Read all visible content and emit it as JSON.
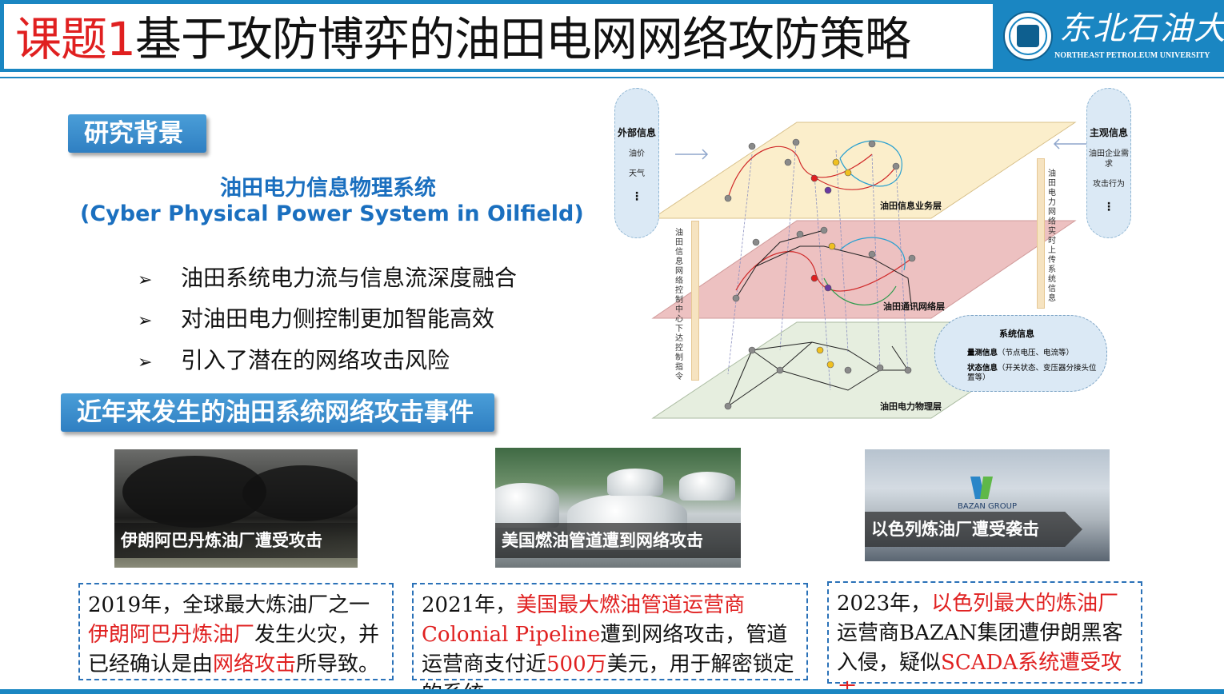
{
  "header": {
    "title_num": "课题1",
    "title_text": "基于攻防博弈的油田电网网络攻防策略",
    "university_cn": "东北石油大学",
    "university_en": "NORTHEAST PETROLEUM UNIVERSITY"
  },
  "section1": {
    "chip": "研究背景",
    "cps_title": "油田电力信息物理系统",
    "cps_subtitle": "(Cyber Physical Power System in Oilfield)",
    "bullets": [
      "油田系统电力流与信息流深度融合",
      "对油田电力侧控制更加智能高效",
      "引入了潜在的网络攻击风险"
    ]
  },
  "section2": {
    "chip": "近年来发生的油田系统网络攻击事件"
  },
  "diagram": {
    "left_oval": {
      "title": "外部信息",
      "items": [
        "油价",
        "天气"
      ],
      "more": "⋮"
    },
    "right_oval": {
      "title": "主观信息",
      "items": [
        "油田企业需求",
        "攻击行为"
      ],
      "more": "⋮"
    },
    "layers": [
      "油田信息业务层",
      "油田通讯网络层",
      "油田电力物理层"
    ],
    "left_vertical": "油田信息网络控制中心下达控制指令",
    "right_vertical": "油田电力网络实时上传系统信息",
    "cloud": {
      "title": "系统信息",
      "row1_bold": "量测信息",
      "row1_rest": "（节点电压、电流等）",
      "row2_bold": "状态信息",
      "row2_rest": "（开关状态、变压器分接头位置等）"
    }
  },
  "events": [
    {
      "caption": "伊朗阿巴丹炼油厂遭受攻击",
      "desc": [
        {
          "t": "2019年，全球最大炼油厂之一",
          "red": false
        },
        {
          "t": "伊朗阿巴丹炼油厂",
          "red": true
        },
        {
          "t": "发生火灾，并已经确认是由",
          "red": false
        },
        {
          "t": "网络攻击",
          "red": true
        },
        {
          "t": "所导致。",
          "red": false
        }
      ]
    },
    {
      "caption": "美国燃油管道遭到网络攻击",
      "desc": [
        {
          "t": "2021年，",
          "red": false
        },
        {
          "t": "美国最大燃油管道运营商Colonial Pipeline",
          "red": true
        },
        {
          "t": "遭到网络攻击，管道运营商支付近",
          "red": false
        },
        {
          "t": "500万",
          "red": true
        },
        {
          "t": "美元，用于解密锁定的系统。",
          "red": false
        }
      ]
    },
    {
      "caption": "以色列炼油厂遭受袭击",
      "logo_text": "BAZAN GROUP",
      "desc": [
        {
          "t": "2023年，",
          "red": false
        },
        {
          "t": "以色列最大的炼油厂",
          "red": true
        },
        {
          "t": "运营商BAZAN集团遭伊朗黑客入侵，疑似",
          "red": false
        },
        {
          "t": "SCADA系统遭受攻击",
          "red": true
        },
        {
          "t": "。",
          "red": false
        }
      ]
    }
  ],
  "colors": {
    "accent": "#1a86c2",
    "highlight": "#e02020",
    "chip": "#2f7fc2",
    "cps_title": "#1a6fbf"
  }
}
